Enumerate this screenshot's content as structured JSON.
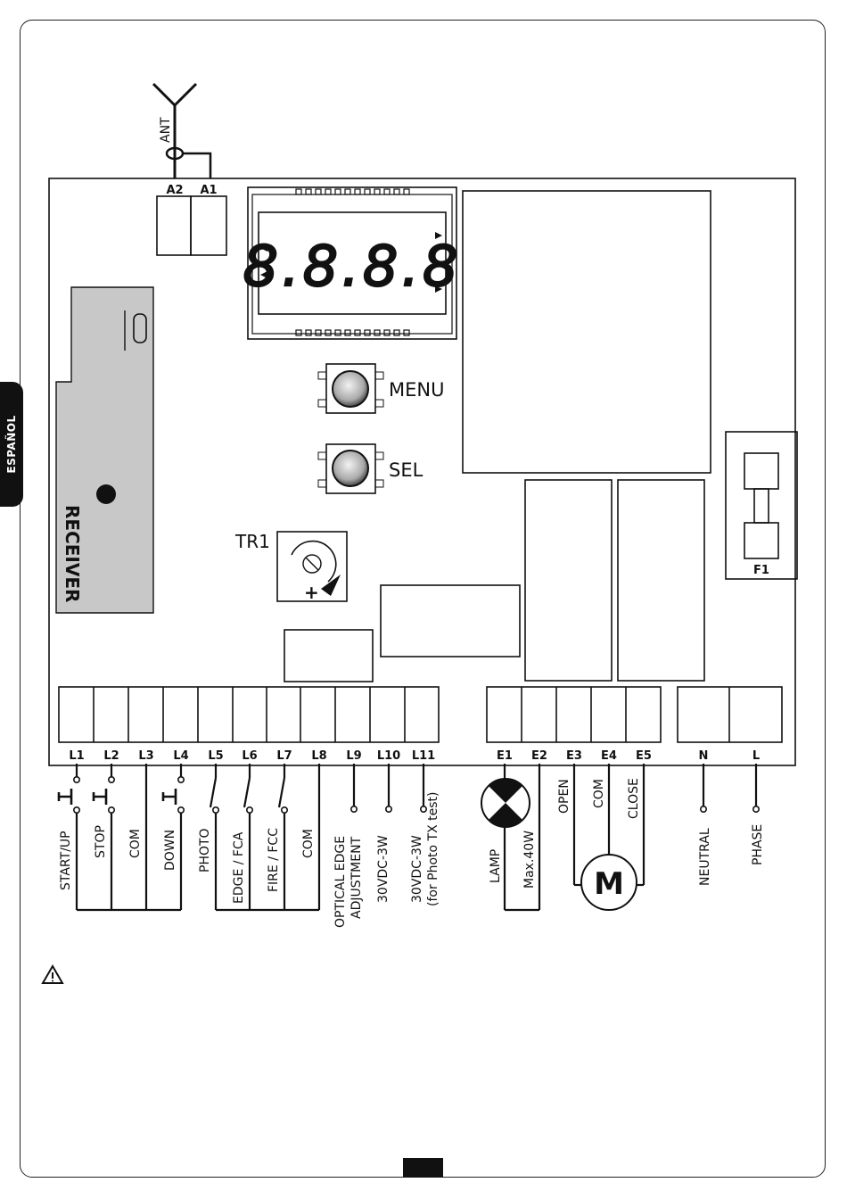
{
  "side_tab": "ESPAÑOL",
  "antenna": {
    "label": "ANT",
    "terminals": [
      "A2",
      "A1"
    ]
  },
  "display": {
    "digits": "8.8.8.8"
  },
  "buttons": {
    "menu": "MENU",
    "sel": "SEL"
  },
  "trimmer": {
    "label": "TR1",
    "plus": "+"
  },
  "receiver": {
    "label": "RECEIVER"
  },
  "fuse": {
    "label": "F1"
  },
  "terminals_l": [
    "L1",
    "L2",
    "L3",
    "L4",
    "L5",
    "L6",
    "L7",
    "L8",
    "L9",
    "L10",
    "L11"
  ],
  "terminals_e": [
    "E1",
    "E2",
    "E3",
    "E4",
    "E5"
  ],
  "terminals_power": [
    "N",
    "L"
  ],
  "wiring_labels": {
    "start_up": "START/UP",
    "stop": "STOP",
    "com1": "COM",
    "down": "DOWN",
    "photo": "PHOTO",
    "edge_fca": "EDGE / FCA",
    "fire_fcc": "FIRE / FCC",
    "com2": "COM",
    "optical_edge_1": "OPTICAL EDGE",
    "optical_edge_2": "ADJUSTMENT",
    "vdc_30": "30VDC-3W",
    "vdc_30b_1": "30VDC-3W",
    "vdc_30b_2": "(for Photo TX test)",
    "lamp": "LAMP",
    "max40": "Max.40W",
    "open": "OPEN",
    "com3": "COM",
    "close": "CLOSE",
    "motor": "M",
    "neutral": "NEUTRAL",
    "phase": "PHASE"
  },
  "warning_icon": "warning-triangle-icon"
}
